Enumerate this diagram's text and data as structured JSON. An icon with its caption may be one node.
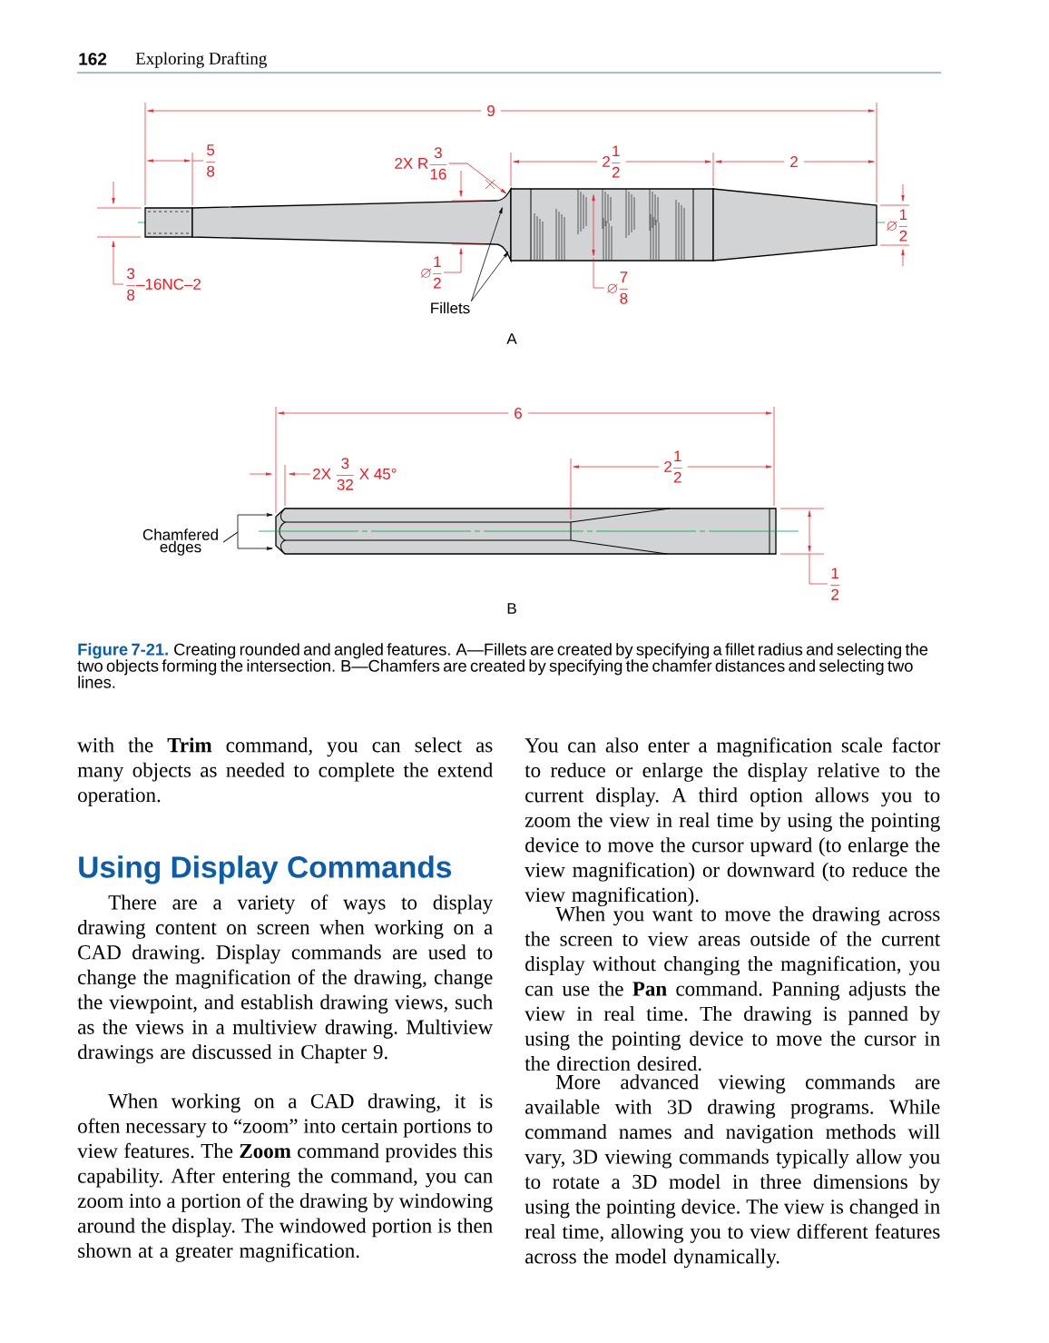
{
  "diagram": {
    "caption": "**Figure 7-21.** Creating rounded and angled features. A—Fillets are created by specifying a fillet radius and selecting the two objects forming the intersection. B—Chamfers are created by specifying the chamfer distances and selecting two lines.",
    "nodes": [
      {
        "text": [
          "\\text{2X R}\\frac{\\text{3}}{\\text{16}}"
        ]
      },
      {
        "text": [],
        "shape": "picture"
      },
      {
        "text": [
          "Fillets"
        ]
      },
      {
        "text": [],
        "shape": "picture"
      },
      {
        "text": [
          "Chamfered edges"
        ]
      }
    ],
    "edges": [
      {
        "from": 0,
        "to": 1,
        "arrow": "to",
        "color": "#ed1c24"
      },
      {
        "from": 2,
        "to": 1,
        "arrow": "to"
      },
      {
        "from": 2,
        "to": 1,
        "arrow": "to"
      },
      {
        "from": 4,
        "to": 3,
        "arrow": "to"
      },
      {
        "from": 4,
        "to": 3,
        "arrow": "to"
      }
    ],
    "labels": [
      "162",
      "Exploring Drafting",
      "9",
      "\\frac{\\text{5}}{\\text{8}}",
      "\\text{2}\\frac{\\text{1}}{\\text{2}}",
      "2",
      "\\varnothing\\frac{\\text{1}}{\\text{2}}",
      "\\frac{\\text{3}}{\\text{8}}\\text{–16NC–2}",
      "\\varnothing\\frac{\\text{1}}{\\text{2}}",
      "\\varnothing\\frac{\\text{7}}{\\text{8}}",
      "A",
      "6",
      "\\text{2X }\\frac{\\text{3}}{\\text{32}}\\text{ X 45°}",
      "\\text{2}\\frac{\\text{1}}{\\text{2}}",
      "\\frac{\\text{1}}{\\text{2}}",
      "B",
      "with the **Trim** command, you can select as many objects as needed to complete the extend operation.",
      "Using Display Commands",
      "There are a variety of ways to display drawing content on screen when working on a CAD drawing. Display commands are used to change the magnification of the drawing, change the viewpoint, and establish drawing views, such as the views in a multiview drawing. Multiview drawings are discussed in Chapter 9.",
      "When working on a CAD drawing, it is often necessary to “zoom” into certain portions to view features. The **Zoom** command provides this capability. After entering the command, you can zoom into a portion of the drawing by windowing around the display. The windowed portion is then shown at a greater magnification.",
      "You can also enter a magnification scale factor to reduce or enlarge the display relative to the current display. A third option allows you to zoom the view in real time by using the pointing device to move the cursor upward (to enlarge the view magnification) or downward (to reduce the view magnification).",
      "When you want to move the drawing across the screen to view areas outside of the current display without changing the magnification, you can use the **Pan** command. Panning adjusts the view in real time. The drawing is panned by using the pointing device to move the cursor in the direction desired.",
      "More advanced viewing commands are available with 3D drawing programs. While command names and navigation methods will vary, 3D viewing commands typically allow you to rotate a 3D model in three dimensions by using the pointing device. The view is changed in real time, allowing you to view different features across the model dynamically."
    ]
  }
}
